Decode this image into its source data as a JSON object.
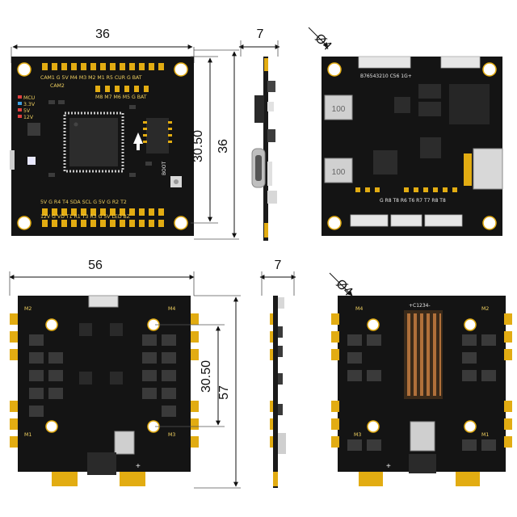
{
  "fc_top": {
    "width_dim": "36",
    "height_dim": "36",
    "mount_dim": "30.50",
    "top_row_labels": "CAM1 G 5V M4 M3 M2 M1 R5 CUR G BAT",
    "cam2": "CAM2",
    "mid_row_labels": "M8 M7 M6 M5 G BAT",
    "bottom_row1": "5V G R4 T4 SDA SCL G 5V G R2 T2",
    "bottom_row2": "12V G VD T1 R1 T3 R3 G 5V LED BZ",
    "boot": "BOOT",
    "leds": [
      "MCU",
      "3.3V",
      "5V",
      "12V"
    ]
  },
  "fc_side": {
    "thickness_dim": "7"
  },
  "fc_bottom": {
    "hole_dim": "Ø4",
    "connector_labels": "B76543210 C56 1G+",
    "cap_label": "100",
    "bottom_labels": "G R8 T8 R6 T6 R7 T7 R8 T8"
  },
  "esc_top": {
    "width_dim": "56",
    "height_dim": "57",
    "mount_dim": "30.50",
    "motors": [
      "M2",
      "M4",
      "M1",
      "M3"
    ],
    "plus": "+"
  },
  "esc_side": {
    "thickness_dim": "7"
  },
  "esc_bottom": {
    "hole_dim": "Ø4",
    "motors": [
      "M4",
      "M2",
      "M3",
      "M1"
    ],
    "connector_label": "+C1234-",
    "plus": "+"
  },
  "colors": {
    "pcb": "#141414",
    "pad": "#e2ac12",
    "silkscreen": "#f0d060",
    "component": "#333333",
    "connector": "#e6e6e6"
  }
}
